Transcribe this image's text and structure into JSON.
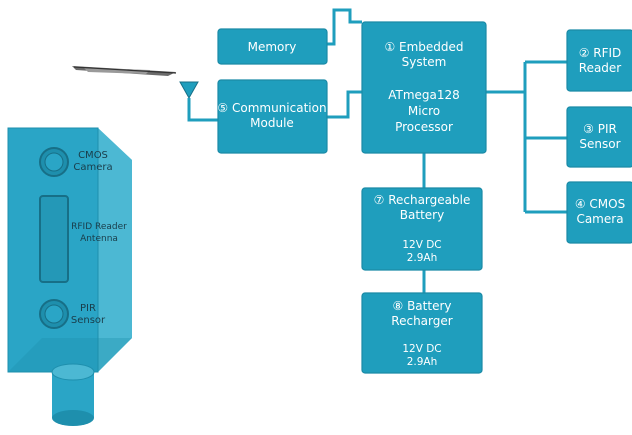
{
  "blocks": {
    "memory": {
      "lines": [
        "Memory"
      ]
    },
    "embedded": {
      "lines": [
        "① Embedded",
        "System"
      ],
      "sub": [
        "ATmega128",
        "Micro",
        "Processor"
      ]
    },
    "communication": {
      "lines": [
        "⑤ Communication",
        "Module"
      ]
    },
    "rfid_reader": {
      "lines": [
        "② RFID",
        "Reader"
      ]
    },
    "pir_sensor": {
      "lines": [
        "③ PIR",
        "Sensor"
      ]
    },
    "cmos_camera": {
      "lines": [
        "④ CMOS",
        "Camera"
      ]
    },
    "battery": {
      "lines": [
        "⑦ Rechargeable",
        "Battery"
      ],
      "sub": [
        "12V DC",
        "2.9Ah"
      ]
    },
    "recharger": {
      "lines": [
        "⑧ Battery",
        "Recharger"
      ],
      "sub": [
        "12V DC",
        "2.9Ah"
      ]
    }
  },
  "device": {
    "cmos_label": [
      "CMOS",
      "Camera"
    ],
    "rfid_label": [
      "RFID Reader",
      "Antenna"
    ],
    "pir_label": [
      "PIR",
      "Sensor"
    ]
  },
  "colors": {
    "box_fill": "#1f9ebd",
    "device_front": "#2aa5c6",
    "device_side": "#4cb8d3",
    "device_top": "#7fd0e3"
  },
  "icons": {
    "antenna": "antenna-icon",
    "aircraft": "aircraft-icon"
  }
}
